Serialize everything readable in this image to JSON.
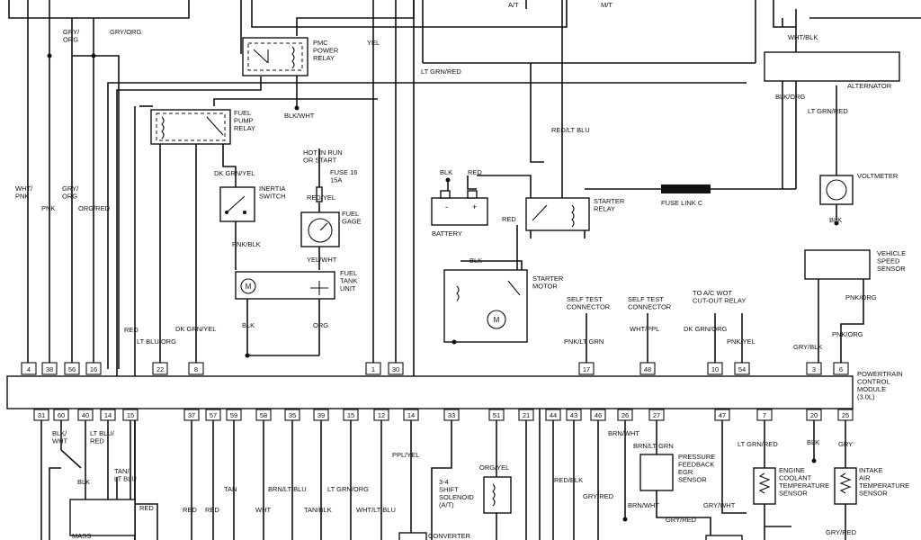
{
  "components": {
    "pmc_relay": "PMC\nPOWER\nRELAY",
    "fuel_pump_relay": "FUEL\nPUMP\nRELAY",
    "inertia_switch": "INERTIA\nSWITCH",
    "hot_in_run": "HOT IN RUN\nOR START",
    "fuse": "FUSE 16\n15A",
    "fuel_gage": "FUEL\nGAGE",
    "fuel_tank_unit": "FUEL\nTANK\nUNIT",
    "battery": "BATTERY",
    "starter_relay": "STARTER\nRELAY",
    "starter_motor": "STARTER\nMOTOR",
    "fuse_link": "FUSE LINK C",
    "alternator": "ALTERNATOR",
    "voltmeter": "VOLTMETER",
    "vss": "VEHICLE\nSPEED\nSENSOR",
    "self_test_1": "SELF TEST\nCONNECTOR",
    "self_test_2": "SELF TEST\nCONNECTOR",
    "ac_relay": "TO A/C WOT\nCUT-OUT RELAY",
    "pcm": "POWERTRAIN\nCONTROL\nMODULE\n(3.0L)",
    "shift_solenoid": "3-4\nSHIFT\nSOLENOID\n(A/T)",
    "egr_sensor": "PRESSURE\nFEEDBACK\nEGR\nSENSOR",
    "ect_sensor": "ENGINE\nCOOLANT\nTEMPERATURE\nSENSOR",
    "iat_sensor": "INTAKE\nAIR\nTEMPERATURE\nSENSOR",
    "mass": "MASS",
    "converter": "CONVERTER",
    "at": "A/T",
    "mt": "M/T"
  },
  "wire_labels": {
    "gry_org_1": "GRY/\nORG",
    "gry_org_2": "GRY/ORG",
    "yel": "YEL",
    "blk_wht": "BLK/WHT",
    "dk_grn_yel_1": "DK GRN/YEL",
    "pnk_blk": "PNK/BLK",
    "red_yel": "RED/YEL",
    "yel_wht": "YEL/WHT",
    "blk_1": "BLK",
    "org": "ORG",
    "wht_pnk": "WHT/\nPNK",
    "pnk": "PNK",
    "gry_org_3": "GRY/\nORG",
    "org_red": "ORG/RED",
    "red_1": "RED",
    "lt_blu_org": "LT BLU/ORG",
    "dk_grn_yel_2": "DK GRN/YEL",
    "lt_grn_red_1": "LT GRN/RED",
    "red_lt_blu": "RED/LT BLU",
    "blk_2": "BLK",
    "red_2": "RED",
    "red_3": "RED",
    "blk_3": "BLK",
    "wht_blk": "WHT/BLK",
    "blk_org": "BLK/ORG",
    "lt_grn_red_2": "LT GRN/RED",
    "blk_4": "BLK",
    "pnk_lt_grn": "PNK/LT GRN",
    "wht_ppl": "WHT/PPL",
    "dk_grn_org": "DK GRN/ORG",
    "pnk_yel": "PNK/YEL",
    "pnk_org_1": "PNK/ORG",
    "pnk_org_2": "PNK/ORG",
    "gry_blk": "GRY/BLK",
    "blk_wht_2": "BLK/\nWHT",
    "lt_blu_red": "LT BLU/\nRED",
    "blk_5": "BLK",
    "tan_lt_blu": "TAN/\nLT BLU",
    "red_4": "RED",
    "red_5": "RED",
    "red_6": "RED",
    "tan": "TAN",
    "wht": "WHT",
    "brn_lt_blu": "BRN/LT BLU",
    "tan_blk": "TAN/BLK",
    "lt_grn_org": "LT GRN/ORG",
    "wht_lt_blu": "WHT/LT BLU",
    "ppl_yel": "PPL/YEL",
    "org_yel": "ORG/YEL",
    "red_blk": "RED/BLK",
    "gry_red_1": "GRY/RED",
    "brn_wht_1": "BRN/WHT",
    "brn_lt_grn": "BRN/LT GRN",
    "brn_wht_2": "BRN/WHT",
    "gry_red_2": "GRY/RED",
    "gry_wht": "GRY/WHT",
    "lt_grn_red_3": "LT GRN/RED",
    "blk_6": "BLK",
    "gry": "GRY",
    "gry_red_3": "GRY/RED"
  },
  "pins_top": [
    "4",
    "38",
    "56",
    "16",
    "22",
    "8",
    "1",
    "30",
    "17",
    "48",
    "10",
    "54",
    "3",
    "6"
  ],
  "pins_bottom": [
    "31",
    "60",
    "40",
    "14",
    "15",
    "37",
    "57",
    "59",
    "58",
    "35",
    "39",
    "15",
    "12",
    "14",
    "33",
    "51",
    "21",
    "44",
    "43",
    "46",
    "26",
    "27",
    "47",
    "7",
    "20",
    "25"
  ]
}
